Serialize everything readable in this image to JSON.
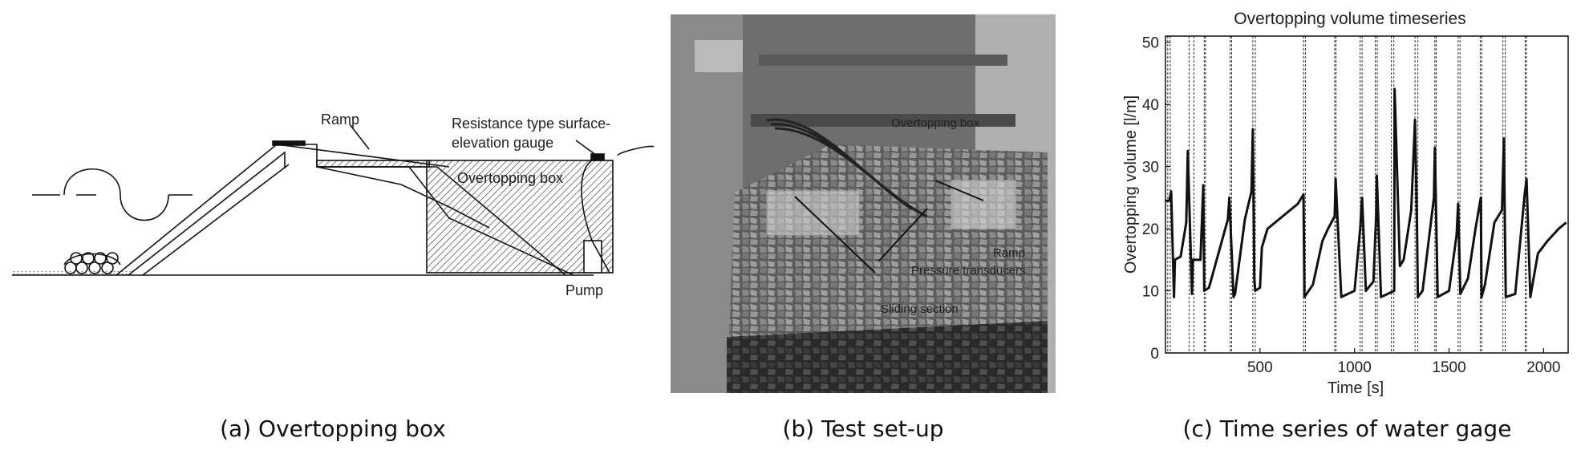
{
  "panels": {
    "a": {
      "caption": "(a) Overtopping box",
      "labels": {
        "ramp": "Ramp",
        "gauge_line1": "Resistance type surface-",
        "gauge_line2": "elevation gauge",
        "box": "Overtopping box",
        "pump": "Pump"
      }
    },
    "b": {
      "caption": "(b) Test set-up",
      "labels": {
        "box": "Overtopping box",
        "ramp": "Ramp",
        "transducers": "Pressure transducers",
        "sliding": "Sliding section"
      }
    },
    "c": {
      "caption": "(c) Time series of water gage"
    }
  },
  "colors": {
    "line": "#111111",
    "hatch": "#555555",
    "photo_bg": "#6e6e6e"
  },
  "chart_data": {
    "type": "line",
    "title": "Overtopping volume timeseries",
    "xlabel": "Time [s]",
    "ylabel": "Overtopping volume [l/m]",
    "xlim": [
      0,
      2130
    ],
    "ylim": [
      0,
      51
    ],
    "xticks": [
      500,
      1000,
      1500,
      2000
    ],
    "yticks": [
      0,
      10,
      20,
      30,
      40,
      50
    ],
    "series": [
      {
        "x": [
          0,
          20,
          30,
          45,
          50,
          80,
          110,
          118,
          140,
          145,
          185,
          200,
          205,
          230,
          330,
          338,
          360,
          368,
          420,
          455,
          462,
          470,
          475,
          500,
          510,
          540,
          600,
          660,
          700,
          730,
          735,
          780,
          830,
          860,
          895,
          900,
          930,
          1000,
          1030,
          1040,
          1060,
          1100,
          1115,
          1118,
          1140,
          1210,
          1212,
          1240,
          1260,
          1300,
          1320,
          1330,
          1335,
          1360,
          1420,
          1425,
          1440,
          1500,
          1540,
          1548,
          1560,
          1600,
          1640,
          1668,
          1672,
          1690,
          1740,
          1780,
          1790,
          1800,
          1850,
          1900,
          1910,
          1930,
          1970,
          2020,
          2080,
          2120
        ],
        "y": [
          24.5,
          24.5,
          26,
          9,
          15,
          15.5,
          21,
          32.5,
          9.5,
          15,
          15,
          27,
          10,
          10.5,
          21.5,
          25,
          9,
          9.5,
          21.5,
          26,
          36,
          12,
          10,
          10.5,
          17,
          20,
          21.5,
          23,
          24,
          25.5,
          9,
          11,
          18,
          20,
          22,
          28,
          9,
          10,
          20,
          25,
          10,
          11.5,
          22.5,
          28.5,
          9,
          10,
          42.5,
          14,
          15,
          23,
          37.5,
          21.5,
          9,
          10,
          25,
          33,
          9,
          10,
          19,
          24,
          9.5,
          12,
          20,
          25,
          9,
          11,
          21,
          23,
          34.5,
          9,
          9.5,
          25.5,
          28,
          9,
          16,
          18,
          20,
          21
        ]
      }
    ],
    "vlines": [
      12,
      25,
      125,
      150,
      205,
      212,
      342,
      350,
      462,
      475,
      730,
      740,
      895,
      902,
      1030,
      1040,
      1110,
      1120,
      1195,
      1208,
      1320,
      1335,
      1425,
      1432,
      1548,
      1558,
      1665,
      1674,
      1785,
      1797,
      1903,
      1910
    ]
  }
}
